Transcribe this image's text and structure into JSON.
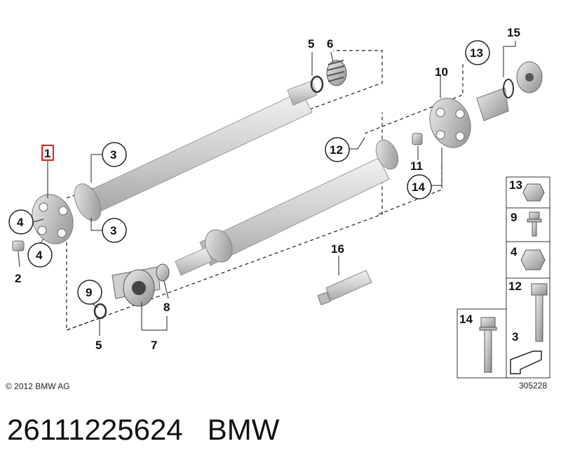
{
  "copyright": "© 2012 BMW AG",
  "diagram_id": "305228",
  "part_number": "26111225624",
  "brand": "BMW",
  "callouts": {
    "c1": "1",
    "c2": "2",
    "c3a": "3",
    "c3b": "3",
    "c4a": "4",
    "c4b": "4",
    "c5a": "5",
    "c5b": "5",
    "c6": "6",
    "c7": "7",
    "c8": "8",
    "c9": "9",
    "c10": "10",
    "c11": "11",
    "c12": "12",
    "c13": "13",
    "c14": "14",
    "c15": "15",
    "c16": "16"
  },
  "legend": {
    "l13": "13",
    "l9": "9",
    "l4": "4",
    "l12": "12",
    "l14": "14",
    "l3": "3"
  },
  "colors": {
    "highlight": "#e02020",
    "part": "#d4d4d4",
    "line": "#222222"
  }
}
